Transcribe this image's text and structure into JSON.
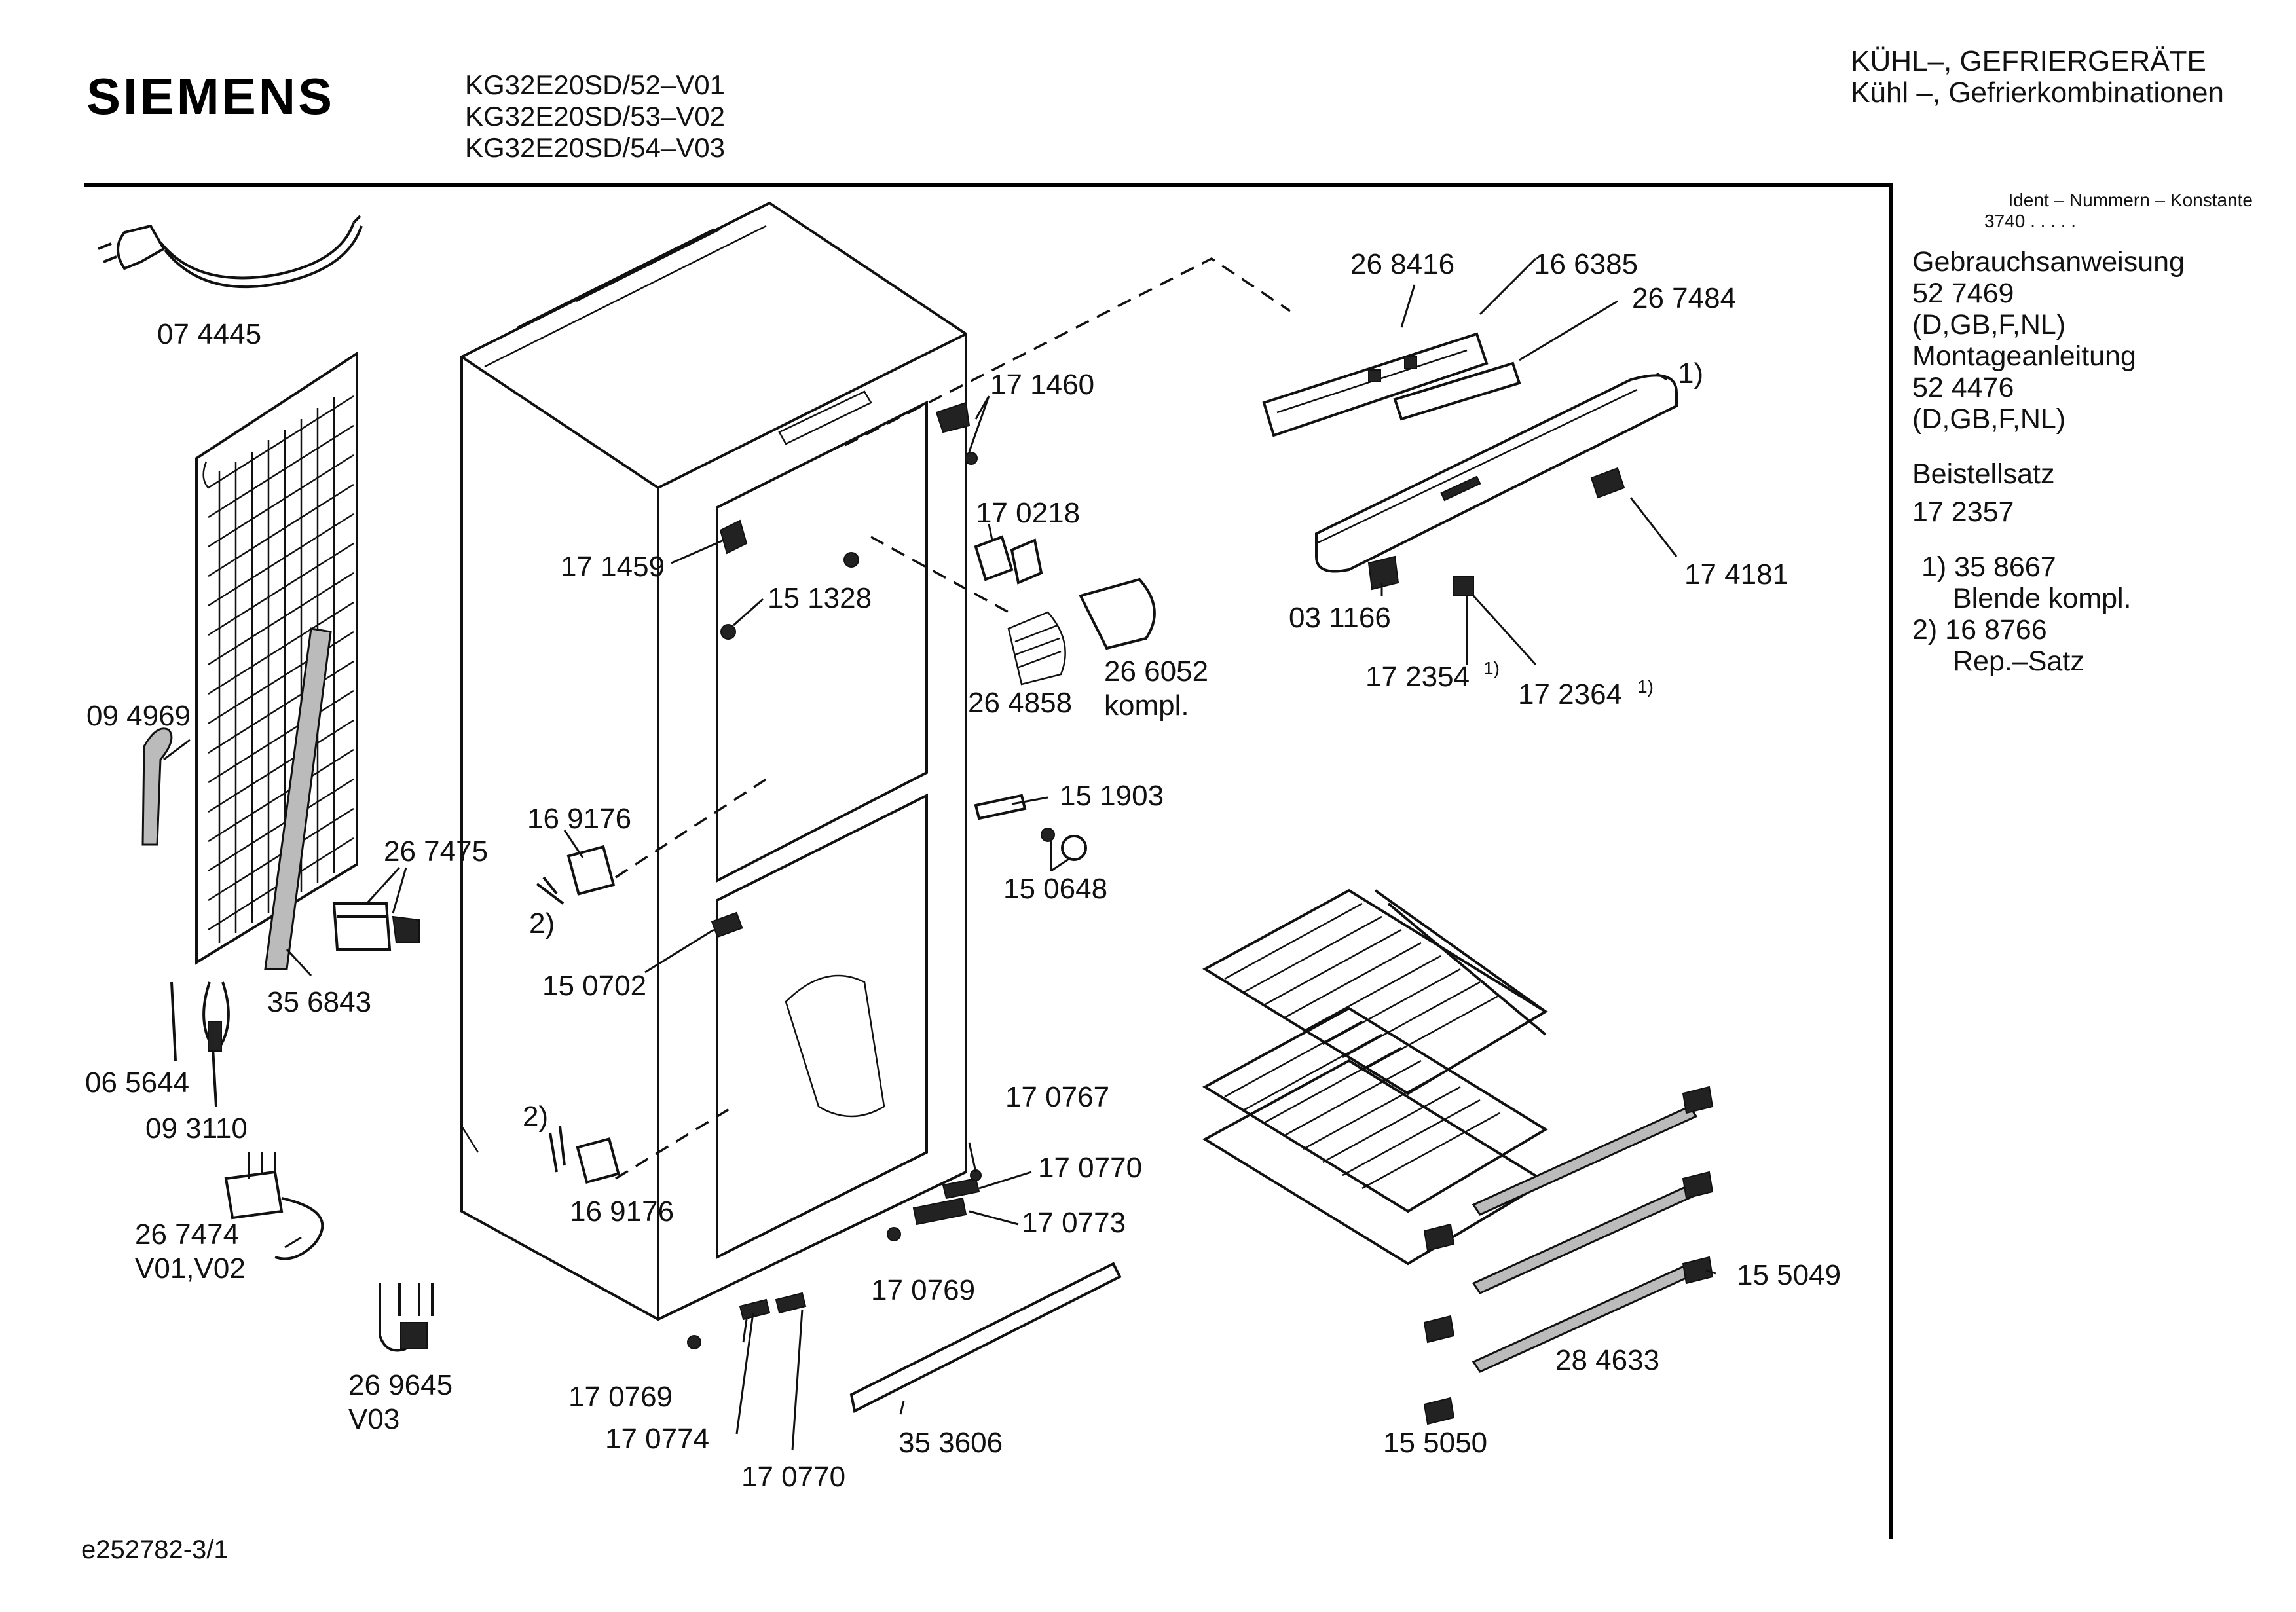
{
  "header": {
    "brand": "SIEMENS",
    "models": [
      "KG32E20SD/52–V01",
      "KG32E20SD/53–V02",
      "KG32E20SD/54–V03"
    ],
    "category_line1": "KÜHL–, GEFRIERGERÄTE",
    "category_line2": "Kühl –, Gefrierkombinationen"
  },
  "side": {
    "ident_caption": "Ident – Nummern – Konstante",
    "ident_value": "3740  .  .  .  .  .",
    "manual_title": "Gebrauchsanweisung",
    "manual_number": "52 7469",
    "manual_langs": "(D,GB,F,NL)",
    "mount_title": "Montageanleitung",
    "mount_number": "52 4476",
    "mount_langs": "(D,GB,F,NL)",
    "kit_title": "Beistellsatz",
    "kit_number": "17 2357",
    "note1_key": "1) 35 8667",
    "note1_text": "Blende kompl.",
    "note2_key": "2)  16 8766",
    "note2_text": "Rep.–Satz"
  },
  "footer": {
    "doc_id": "e252782-3/1"
  },
  "parts": {
    "p074445": "07 4445",
    "p094969": "09 4969",
    "p356843": "35 6843",
    "p065644": "06 5644",
    "p093110": "09 3110",
    "p267474": "26 7474",
    "v0102": "V01,V02",
    "p269645": "26 9645",
    "v03": "V03",
    "p267475": "26 7475",
    "p169176a": "16 9176",
    "note2a": "2)",
    "p150702": "15 0702",
    "note2b": "2)",
    "p169176b": "16 9176",
    "p171459": "17 1459",
    "p151328": "15 1328",
    "p171460": "17 1460",
    "p170218": "17 0218",
    "p264858": "26 4858",
    "p266052": "26 6052",
    "kompl": "kompl.",
    "p151903": "15 1903",
    "p150648": "15 0648",
    "p268416": "26 8416",
    "p166385": "16 6385",
    "p267484": "26 7484",
    "note1": "1)",
    "p031166": "03 1166",
    "p174181": "17 4181",
    "p172354": "17 2354",
    "p172364": "17 2364",
    "sup1": "1)",
    "p170767": "17 0767",
    "p170770a": "17 0770",
    "p170773": "17 0773",
    "p170769a": "17 0769",
    "p170769b": "17 0769",
    "p170774": "17 0774",
    "p170770b": "17 0770",
    "p353606": "35 3606",
    "p155049": "15 5049",
    "p284633": "28 4633",
    "p155050": "15 5050"
  }
}
